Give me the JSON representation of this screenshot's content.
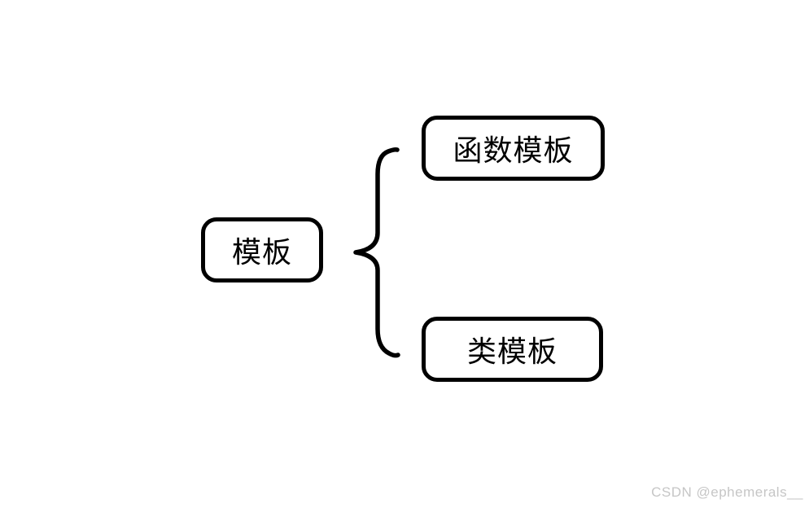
{
  "diagram": {
    "root": {
      "label": "模板"
    },
    "children": [
      {
        "label": "函数模板"
      },
      {
        "label": "类模板"
      }
    ]
  },
  "connector": {
    "type": "left-curly-brace"
  },
  "colors": {
    "stroke": "#000000",
    "background": "#ffffff",
    "watermark": "#c6c6c6"
  },
  "watermark": {
    "text": "CSDN @ephemerals__"
  }
}
